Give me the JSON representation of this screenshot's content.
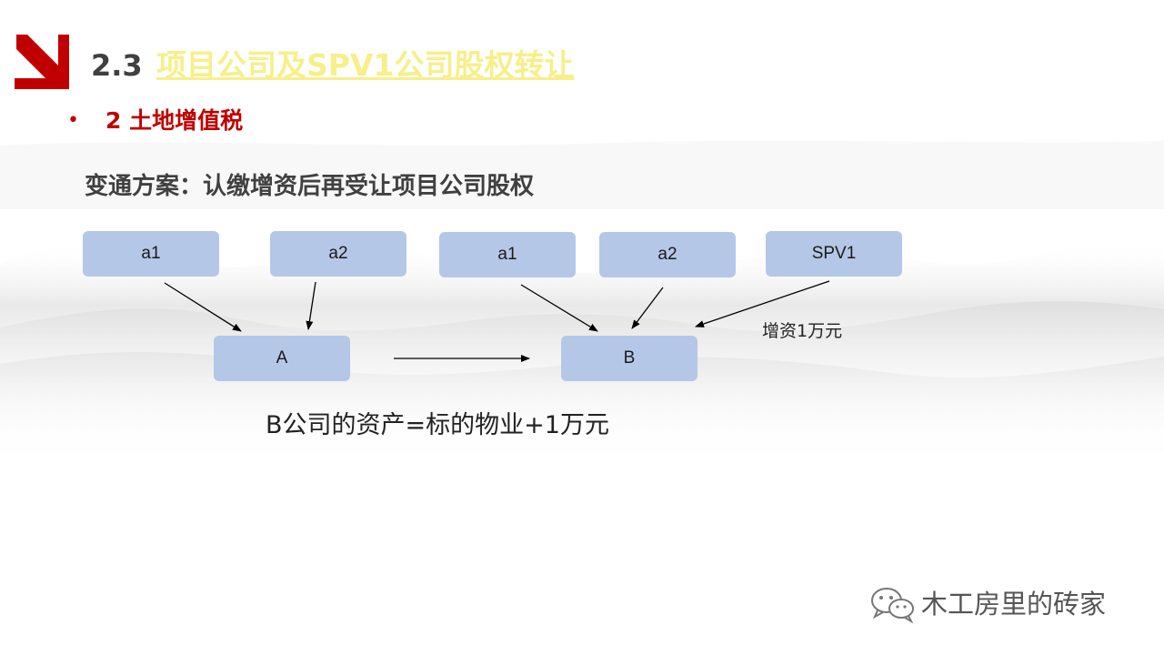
{
  "header": {
    "section_number": "2.3",
    "section_title": "项目公司及SPV1公司股权转让"
  },
  "bullet": {
    "text": "2 土地增值税"
  },
  "subtitle": "变通方案：认缴增资后再受让项目公司股权",
  "diagram": {
    "nodes": [
      {
        "id": "a1_left",
        "label": "a1"
      },
      {
        "id": "a2_left",
        "label": "a2"
      },
      {
        "id": "a1_right",
        "label": "a1"
      },
      {
        "id": "a2_right",
        "label": "a2"
      },
      {
        "id": "spv1",
        "label": "SPV1"
      },
      {
        "id": "A",
        "label": "A"
      },
      {
        "id": "B",
        "label": "B"
      }
    ],
    "edges": [
      {
        "from": "a1_left",
        "to": "A"
      },
      {
        "from": "a2_left",
        "to": "A"
      },
      {
        "from": "A",
        "to": "B"
      },
      {
        "from": "a1_right",
        "to": "B"
      },
      {
        "from": "a2_right",
        "to": "B"
      },
      {
        "from": "spv1",
        "to": "B",
        "label": "增资1万元"
      }
    ],
    "formula": "B公司的资产=标的物业+1万元"
  },
  "watermark": {
    "text": "木工房里的砖家",
    "icon": "wechat-icon"
  },
  "colors": {
    "accent_red": "#c00000",
    "title_yellow": "#f7ef8a",
    "node_fill": "#b4c7e7"
  }
}
